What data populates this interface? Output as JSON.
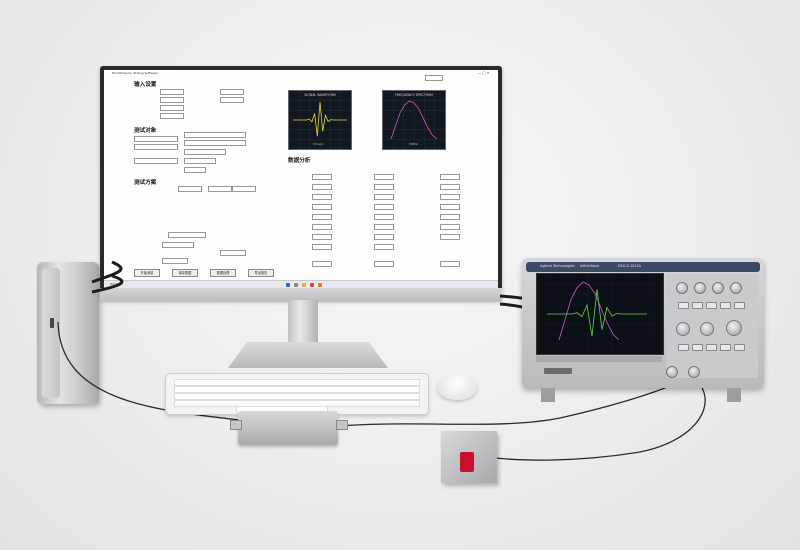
{
  "app": {
    "window_title": "RS-Ultrasonic Testing Software",
    "section_input": "输入设置",
    "section_test_object": "测试对象",
    "section_test_scheme": "测试方案",
    "section_data_analysis": "数据分析",
    "plot_left_title": "SIGNAL WAVEFORM",
    "plot_right_title": "FREQUENCY SPECTRUM",
    "plot_left_xlabel": "Time(s)",
    "plot_right_xlabel": "f(MHz)",
    "buttons": [
      "开始测量",
      "保存数据",
      "数据处理",
      "导出报告"
    ],
    "taskbar_tag": "Windows"
  },
  "chart_data": [
    {
      "type": "line",
      "title": "SIGNAL WAVEFORM",
      "xlabel": "Time(s)",
      "ylabel": "",
      "x": [
        0,
        1,
        2,
        3,
        4,
        5,
        6,
        7,
        8,
        9,
        10,
        11,
        12,
        13,
        14,
        15,
        16,
        17,
        18,
        19,
        20
      ],
      "values": [
        0,
        0,
        0,
        0,
        0,
        0,
        0.05,
        -0.1,
        0.35,
        -0.85,
        0.95,
        -0.6,
        0.25,
        -0.08,
        0.02,
        0,
        0,
        0,
        0,
        0,
        0
      ],
      "ylim": [
        -1,
        1
      ]
    },
    {
      "type": "line",
      "title": "FREQUENCY SPECTRUM",
      "xlabel": "f(MHz)",
      "ylabel": "",
      "x": [
        0,
        1,
        2,
        3,
        4,
        5,
        6,
        7,
        8,
        9,
        10
      ],
      "values": [
        0,
        0.35,
        0.7,
        0.9,
        1,
        0.95,
        0.8,
        0.55,
        0.3,
        0.1,
        0
      ],
      "ylim": [
        0,
        1
      ]
    }
  ],
  "scope": {
    "brand": "Agilent Technologies",
    "model": "InfiniiVision",
    "series": "DSO-X 2012A"
  },
  "colors": {
    "waveform_yellow": "#e8d840",
    "waveform_green": "#6ad04a",
    "spectrum_magenta": "#d850c8",
    "sensor_red": "#c8102e"
  }
}
